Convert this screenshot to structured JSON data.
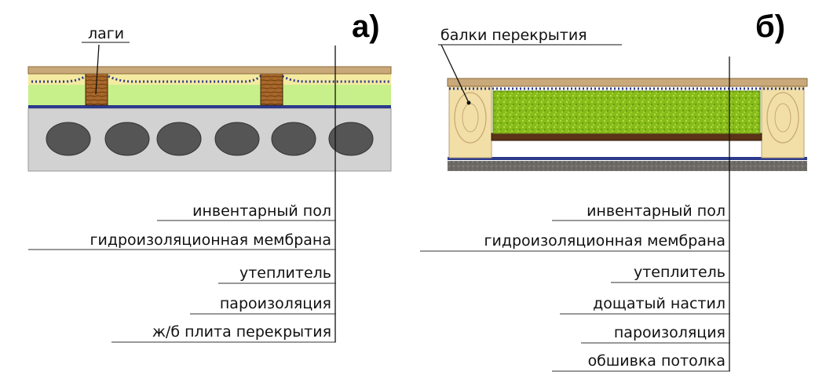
{
  "panel_a": {
    "letter": "а)",
    "joist_label": "лаги",
    "layers": [
      "инвентарный пол",
      "гидроизоляционная мембрана",
      "утеплитель",
      "пароизоляция",
      "ж/б плита перекрытия"
    ]
  },
  "panel_b": {
    "letter": "б)",
    "beam_label": "балки перекрытия",
    "layers": [
      "инвентарный пол",
      "гидроизоляционная мембрана",
      "утеплитель",
      "дощатый настил",
      "пароизоляция",
      "обшивка потолка"
    ]
  },
  "colors": {
    "floor_board": "#c9a87a",
    "membrane": "#f4eaa0",
    "insulation_a": "#c8f08a",
    "vapor_barrier": "#2c3a8c",
    "concrete": "#d2d2d2",
    "hollow_core": "#555555",
    "joist_wood": "#a8682a",
    "beam_wood": "#f2dfa8",
    "mineral_wool": "#8cbf1e",
    "decking": "#5a3318",
    "ceiling": "#6e6a66"
  }
}
